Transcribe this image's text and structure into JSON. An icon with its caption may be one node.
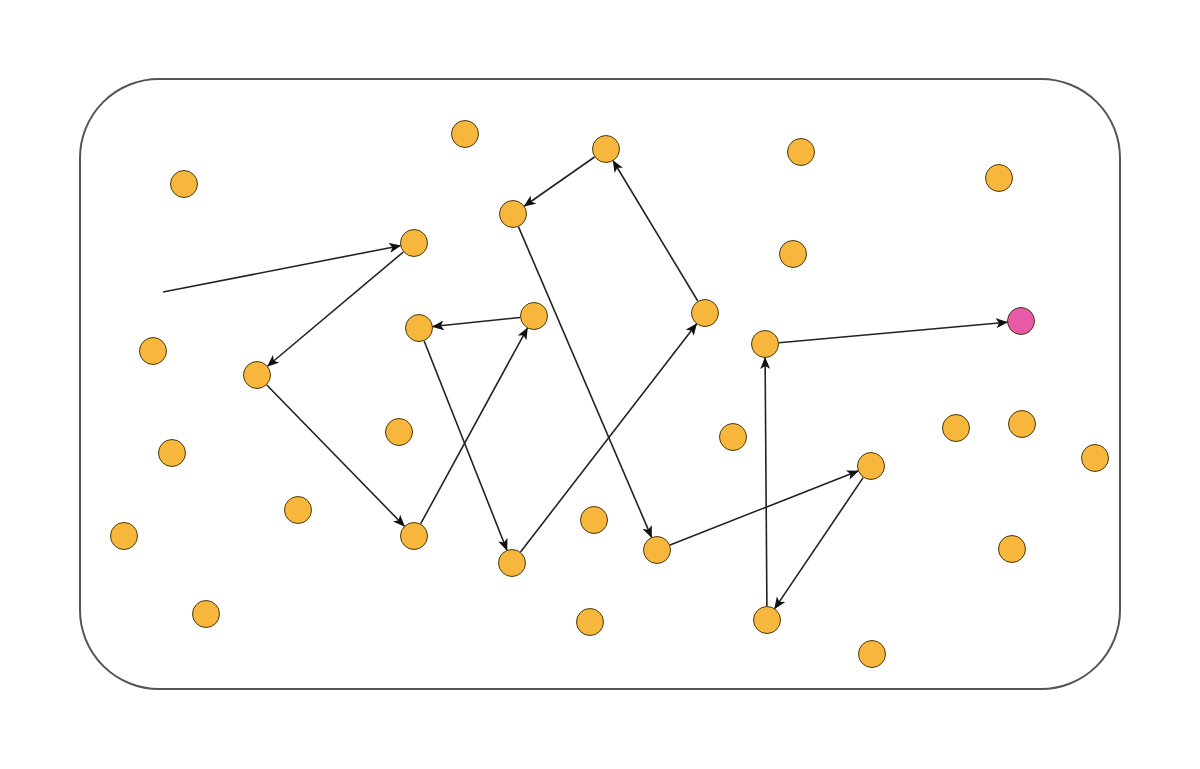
{
  "diagram": {
    "nodes": [
      {
        "text": [],
        "shape": "box"
      },
      {
        "text": [],
        "shape": "circle",
        "in": 0
      },
      {
        "text": [],
        "shape": "circle",
        "in": 0
      },
      {
        "text": [],
        "shape": "circle",
        "in": 0
      },
      {
        "text": [],
        "shape": "circle",
        "in": 0
      },
      {
        "text": [],
        "shape": "circle",
        "in": 0
      },
      {
        "text": [],
        "shape": "circle",
        "in": 0
      },
      {
        "text": [],
        "shape": "circle",
        "in": 0
      },
      {
        "text": [],
        "shape": "circle",
        "in": 0
      },
      {
        "text": [],
        "shape": "circle",
        "in": 0
      },
      {
        "text": [],
        "shape": "circle",
        "in": 0
      },
      {
        "text": [],
        "shape": "circle",
        "in": 0
      },
      {
        "text": [],
        "shape": "circle",
        "in": 0
      },
      {
        "text": [],
        "shape": "circle",
        "in": 0
      },
      {
        "text": [],
        "shape": "circle",
        "in": 0
      },
      {
        "text": [],
        "shape": "circle",
        "in": 0
      },
      {
        "text": [],
        "shape": "circle",
        "in": 0
      },
      {
        "text": [],
        "shape": "circle",
        "in": 0
      },
      {
        "text": [],
        "shape": "circle",
        "in": 0
      },
      {
        "text": [],
        "shape": "circle",
        "in": 0
      },
      {
        "text": [],
        "shape": "circle",
        "in": 0
      },
      {
        "text": [],
        "shape": "circle",
        "in": 0
      },
      {
        "text": [],
        "shape": "circle",
        "in": 0
      },
      {
        "text": [],
        "shape": "circle",
        "in": 0
      },
      {
        "text": [],
        "shape": "circle",
        "in": 0
      },
      {
        "text": [],
        "shape": "circle",
        "in": 0
      },
      {
        "text": [],
        "shape": "circle",
        "in": 0
      },
      {
        "text": [],
        "shape": "circle",
        "in": 0
      },
      {
        "text": [],
        "shape": "circle",
        "in": 0
      },
      {
        "text": [],
        "shape": "circle",
        "in": 0
      },
      {
        "text": [],
        "shape": "circle",
        "in": 0
      },
      {
        "text": [],
        "shape": "circle",
        "in": 0
      },
      {
        "text": [],
        "shape": "circle",
        "in": 0
      },
      {
        "text": [],
        "shape": "circle",
        "in": 0
      }
    ],
    "edges": [
      {
        "from": null,
        "to": 7,
        "arrow": "to"
      },
      {
        "from": 7,
        "to": 15,
        "arrow": "to"
      },
      {
        "from": 15,
        "to": 25,
        "arrow": "to"
      },
      {
        "from": 25,
        "to": 10,
        "arrow": "to"
      },
      {
        "from": 10,
        "to": 11,
        "arrow": "to"
      },
      {
        "from": 11,
        "to": 27,
        "arrow": "to"
      },
      {
        "from": 27,
        "to": 9,
        "arrow": "to"
      },
      {
        "from": 9,
        "to": 3,
        "arrow": "to"
      },
      {
        "from": 3,
        "to": 6,
        "arrow": "to"
      },
      {
        "from": 6,
        "to": 28,
        "arrow": "to"
      },
      {
        "from": 28,
        "to": 21,
        "arrow": "to"
      },
      {
        "from": 21,
        "to": 32,
        "arrow": "to"
      },
      {
        "from": 32,
        "to": 12,
        "arrow": "to"
      },
      {
        "from": 12,
        "to": 13,
        "arrow": "to"
      }
    ]
  }
}
